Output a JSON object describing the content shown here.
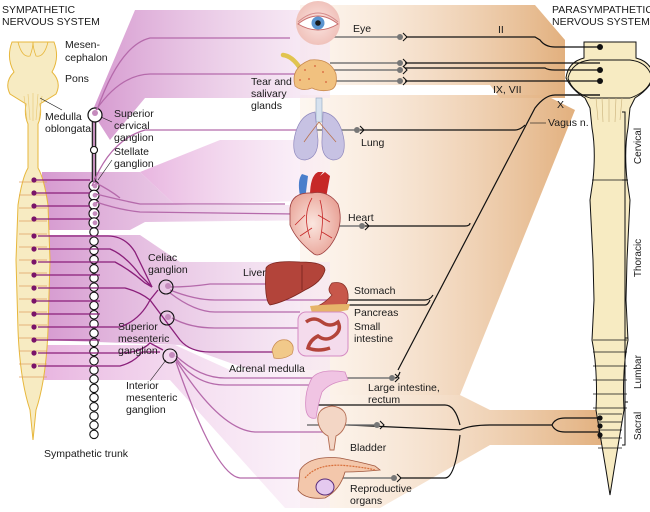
{
  "headers": {
    "sympathetic": [
      "SYMPATHETIC",
      "NERVOUS SYSTEM"
    ],
    "parasympathetic": [
      "PARASYMPATHETIC",
      "NERVOUS SYSTEM"
    ]
  },
  "brain_labels": {
    "mesencephalon": [
      "Mesen-",
      "cephalon"
    ],
    "pons": "Pons",
    "medulla": [
      "Medulla",
      "oblongata"
    ]
  },
  "ganglia": {
    "superior_cervical": [
      "Superior",
      "cervical",
      "ganglion"
    ],
    "stellate": [
      "Stellate",
      "ganglion"
    ],
    "celiac": [
      "Celiac",
      "ganglion"
    ],
    "superior_mesenteric": [
      "Superior",
      "mesenteric",
      "ganglion"
    ],
    "inferior_mesenteric": [
      "Interior",
      "mesenteric",
      "ganglion"
    ],
    "trunk": "Sympathetic trunk"
  },
  "organs": {
    "eye": "Eye",
    "tear": [
      "Tear and",
      "salivary",
      "glands"
    ],
    "lung": "Lung",
    "heart": "Heart",
    "liver": "Liver",
    "stomach": "Stomach",
    "pancreas": "Pancreas",
    "small_intestine": [
      "Small",
      "intestine"
    ],
    "adrenal": "Adrenal medulla",
    "large_intestine": [
      "Large intestine,",
      "rectum"
    ],
    "bladder": "Bladder",
    "reproductive": [
      "Reproductive",
      "organs"
    ]
  },
  "cranial_nerves": {
    "ii": "II",
    "ix_vii": "IX, VII",
    "x": "X",
    "vagus": "Vagus n."
  },
  "spinal_regions": [
    "Cervical",
    "Thoracic",
    "Lumbar",
    "Sacral"
  ],
  "colors": {
    "sympathetic_fiber": "#8a1f7a",
    "sympathetic_band": "#d9a3d2",
    "parasympathetic_fiber": "#111111",
    "parasympathetic_band": "#e2b485",
    "spinal_cord": "#f7ebc2",
    "spinal_outline_left": "#e7b73c"
  }
}
